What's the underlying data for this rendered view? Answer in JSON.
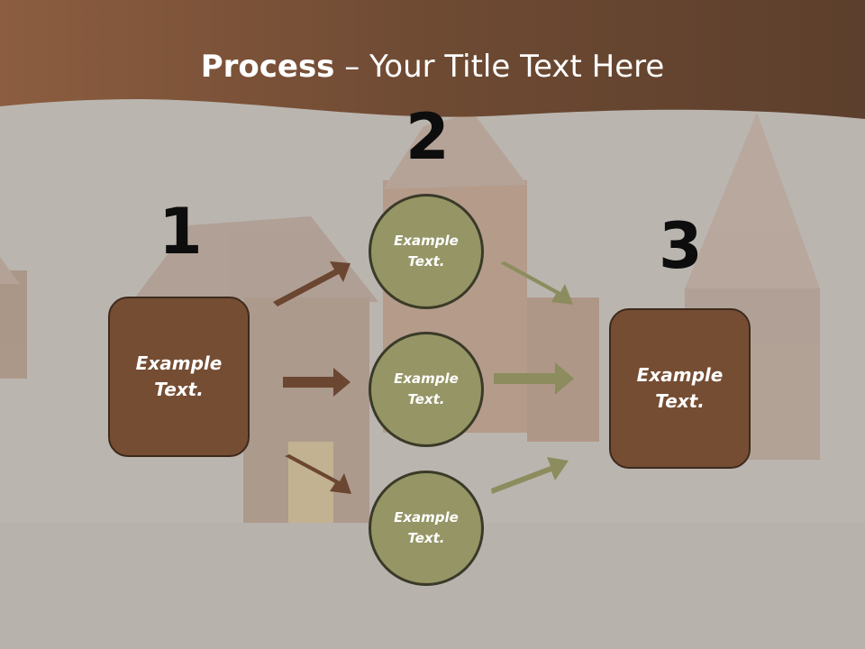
{
  "title": {
    "bold": "Process",
    "rest": " – Your Title Text Here"
  },
  "steps": [
    {
      "number": "1",
      "label": "Example\nText."
    },
    {
      "number": "2",
      "label": "Example\nText."
    },
    {
      "number": "3",
      "label": "Example\nText."
    }
  ],
  "circles": [
    {
      "label": "Example\nText."
    },
    {
      "label": "Example\nText."
    },
    {
      "label": "Example\nText."
    }
  ],
  "colors": {
    "header": "#6e4a33",
    "box": "#754d33",
    "circle": "#959566",
    "arrow_left": "#6b4630",
    "arrow_right": "#8c8c5e"
  }
}
